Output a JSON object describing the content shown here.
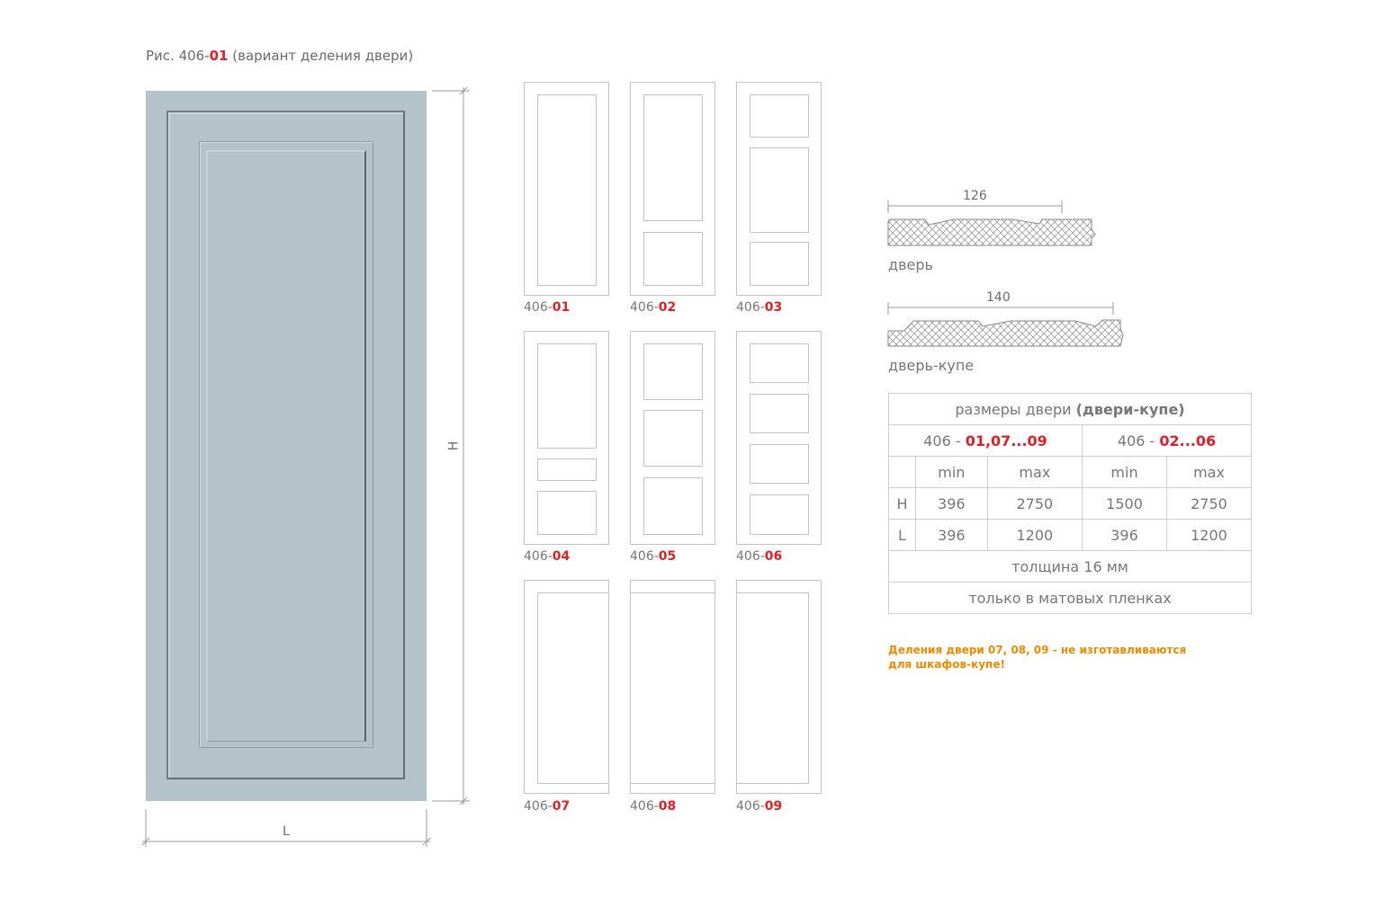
{
  "figure_caption": {
    "prefix": "Рис. 406-",
    "code": "01",
    "suffix": " (вариант деления двери)"
  },
  "dimensions": {
    "height_label": "H",
    "width_label": "L"
  },
  "variants": [
    {
      "prefix": "406-",
      "code": "01"
    },
    {
      "prefix": "406-",
      "code": "02"
    },
    {
      "prefix": "406-",
      "code": "03"
    },
    {
      "prefix": "406-",
      "code": "04"
    },
    {
      "prefix": "406-",
      "code": "05"
    },
    {
      "prefix": "406-",
      "code": "06"
    },
    {
      "prefix": "406-",
      "code": "07"
    },
    {
      "prefix": "406-",
      "code": "08"
    },
    {
      "prefix": "406-",
      "code": "09"
    }
  ],
  "profiles": [
    {
      "width": "126",
      "label": "дверь"
    },
    {
      "width": "140",
      "label": "дверь-купе"
    }
  ],
  "table": {
    "title_normal": "размеры двери ",
    "title_bold": "(двери-купе)",
    "group1_prefix": "406 - ",
    "group1_codes": "01,07...09",
    "group2_prefix": "406 - ",
    "group2_codes": "02...06",
    "min": "min",
    "max": "max",
    "rows": [
      {
        "label": "H",
        "values": [
          "396",
          "2750",
          "1500",
          "2750"
        ]
      },
      {
        "label": "L",
        "values": [
          "396",
          "1200",
          "396",
          "1200"
        ]
      }
    ],
    "thickness": "толщина 16 мм",
    "finish": "только в матовых пленках"
  },
  "note": {
    "line1": "Деления двери 07, 08, 09 - не изготавливаются",
    "line2": "для шкафов-купе!"
  },
  "colors": {
    "accent": "#e31e24",
    "note": "#f08a00",
    "door": "#b3c3c9"
  }
}
